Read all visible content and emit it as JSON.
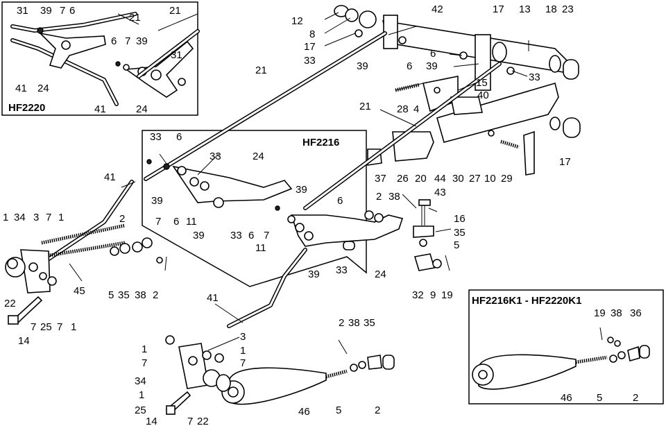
{
  "insets": {
    "hf2220": {
      "title": "HF2220"
    },
    "hf2216": {
      "title": "HF2216"
    },
    "hf2216k1": {
      "title": "HF2216K1 - HF2220K1"
    }
  },
  "labels": [
    {
      "text": "31"
    },
    {
      "text": "39"
    },
    {
      "text": "7"
    },
    {
      "text": "6"
    },
    {
      "text": "21"
    },
    {
      "text": "21"
    },
    {
      "text": "6"
    },
    {
      "text": "7"
    },
    {
      "text": "39"
    },
    {
      "text": "31"
    },
    {
      "text": "41"
    },
    {
      "text": "24"
    },
    {
      "text": "41"
    },
    {
      "text": "24"
    },
    {
      "text": "12"
    },
    {
      "text": "8"
    },
    {
      "text": "17"
    },
    {
      "text": "33"
    },
    {
      "text": "42"
    },
    {
      "text": "17"
    },
    {
      "text": "13"
    },
    {
      "text": "18"
    },
    {
      "text": "23"
    },
    {
      "text": "39"
    },
    {
      "text": "6"
    },
    {
      "text": "6"
    },
    {
      "text": "39"
    },
    {
      "text": "33"
    },
    {
      "text": "21"
    },
    {
      "text": "15"
    },
    {
      "text": "28"
    },
    {
      "text": "4"
    },
    {
      "text": "40"
    },
    {
      "text": "21"
    },
    {
      "text": "17"
    },
    {
      "text": "37"
    },
    {
      "text": "26"
    },
    {
      "text": "20"
    },
    {
      "text": "44"
    },
    {
      "text": "30"
    },
    {
      "text": "27"
    },
    {
      "text": "10"
    },
    {
      "text": "29"
    },
    {
      "text": "43"
    },
    {
      "text": "33"
    },
    {
      "text": "6"
    },
    {
      "text": "33"
    },
    {
      "text": "24"
    },
    {
      "text": "39"
    },
    {
      "text": "39"
    },
    {
      "text": "7"
    },
    {
      "text": "6"
    },
    {
      "text": "11"
    },
    {
      "text": "39"
    },
    {
      "text": "6"
    },
    {
      "text": "33"
    },
    {
      "text": "6"
    },
    {
      "text": "7"
    },
    {
      "text": "11"
    },
    {
      "text": "39"
    },
    {
      "text": "33"
    },
    {
      "text": "41"
    },
    {
      "text": "1"
    },
    {
      "text": "34"
    },
    {
      "text": "3"
    },
    {
      "text": "7"
    },
    {
      "text": "1"
    },
    {
      "text": "2"
    },
    {
      "text": "45"
    },
    {
      "text": "5"
    },
    {
      "text": "35"
    },
    {
      "text": "38"
    },
    {
      "text": "2"
    },
    {
      "text": "22"
    },
    {
      "text": "7"
    },
    {
      "text": "25"
    },
    {
      "text": "7"
    },
    {
      "text": "1"
    },
    {
      "text": "14"
    },
    {
      "text": "2"
    },
    {
      "text": "38"
    },
    {
      "text": "16"
    },
    {
      "text": "35"
    },
    {
      "text": "5"
    },
    {
      "text": "24"
    },
    {
      "text": "32"
    },
    {
      "text": "9"
    },
    {
      "text": "19"
    },
    {
      "text": "41"
    },
    {
      "text": "3"
    },
    {
      "text": "1"
    },
    {
      "text": "7"
    },
    {
      "text": "1"
    },
    {
      "text": "7"
    },
    {
      "text": "34"
    },
    {
      "text": "1"
    },
    {
      "text": "25"
    },
    {
      "text": "14"
    },
    {
      "text": "7"
    },
    {
      "text": "22"
    },
    {
      "text": "46"
    },
    {
      "text": "2"
    },
    {
      "text": "38"
    },
    {
      "text": "35"
    },
    {
      "text": "5"
    },
    {
      "text": "2"
    },
    {
      "text": "19"
    },
    {
      "text": "38"
    },
    {
      "text": "36"
    },
    {
      "text": "46"
    },
    {
      "text": "5"
    },
    {
      "text": "2"
    }
  ]
}
